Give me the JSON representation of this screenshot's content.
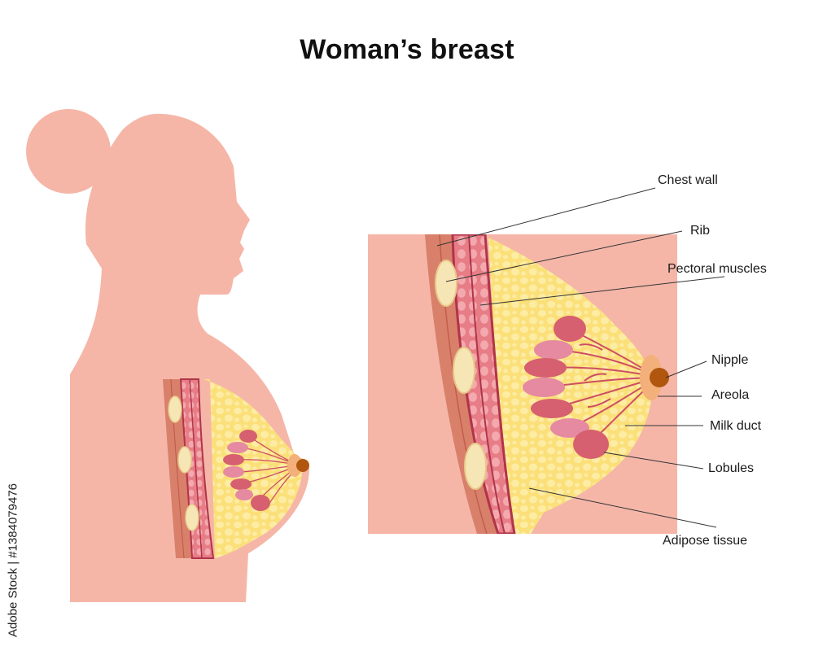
{
  "title": "Woman’s breast",
  "labels": {
    "chest_wall": "Chest wall",
    "rib": "Rib",
    "pectoral_muscles": "Pectoral muscles",
    "nipple": "Nipple",
    "areola": "Areola",
    "milk_duct": "Milk duct",
    "lobules": "Lobules",
    "adipose_tissue": "Adipose tissue"
  },
  "watermark": "Adobe Stock | #1384079476",
  "colors": {
    "skin": "#f5b6a8",
    "fat": "#fbe07a",
    "fat_bubble": "#fdeca4",
    "muscle": "#e77d86",
    "chest_wall": "#d9806b",
    "rib": "#f6e6b5",
    "lobule": "#d6606f",
    "duct": "#cd4f62",
    "areola": "#f3b07a",
    "nipple": "#b0560f"
  }
}
